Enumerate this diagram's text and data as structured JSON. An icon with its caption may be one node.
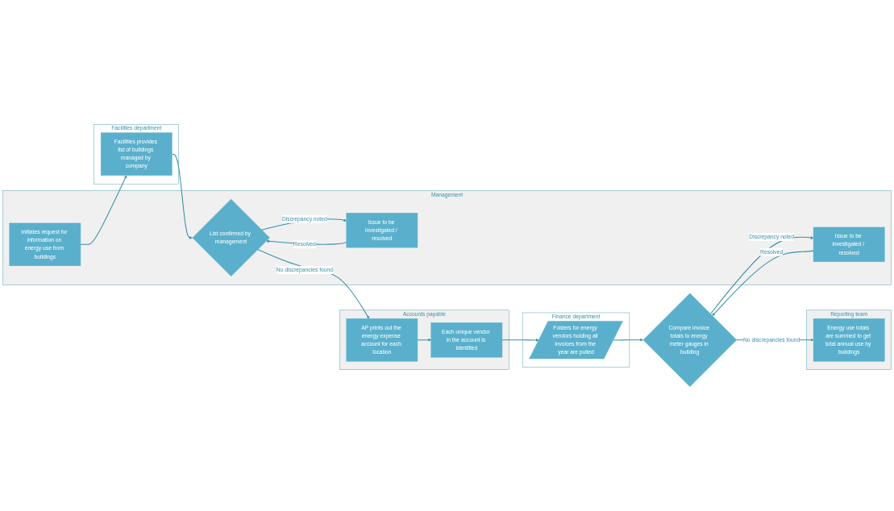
{
  "diagram": {
    "nodes": [
      {
        "text": [
          "Management"
        ]
      },
      {
        "text": [
          "Facilities department"
        ]
      },
      {
        "text": [
          "Accounts payable"
        ]
      },
      {
        "text": [
          "Finance department"
        ]
      },
      {
        "text": [
          "Reporting team"
        ]
      },
      {
        "text": [
          "Initiates request for information on energy use from buildings"
        ],
        "in": 0
      },
      {
        "text": [
          "Facilities provides list of buildings managed by company"
        ],
        "in": 1
      },
      {
        "text": [
          "List confirmed by management"
        ],
        "in": 0
      },
      {
        "text": [
          "Issue to be investigated / resolved"
        ],
        "in": 0
      },
      {
        "text": [
          "AP prints out the energy expense account for each location"
        ],
        "in": 2
      },
      {
        "text": [
          "Each unique vendor in the account is identified"
        ],
        "in": 2
      },
      {
        "text": [
          "Folders for energy vendors holding all invoices from the year are pulled"
        ],
        "in": 3
      },
      {
        "text": [
          "Issue to be investigated / resolved"
        ],
        "in": 0
      },
      {
        "text": [
          "Compare invoice totals to energy meter gauges in building"
        ]
      },
      {
        "text": [
          "Energy use totals are summed to get total annual use by buildings"
        ],
        "in": 4
      }
    ],
    "edges": [
      {
        "from": 5,
        "to": 6,
        "arrow": "to"
      },
      {
        "from": 6,
        "to": 7,
        "arrow": "to"
      },
      {
        "from": 7,
        "to": 9,
        "arrow": "to",
        "label": "No discrepancies found"
      },
      {
        "from": 7,
        "to": 8,
        "arrow": "to",
        "label": "Discrepancy noted"
      },
      {
        "from": 8,
        "to": 7,
        "arrow": "to",
        "label": "Resolved"
      },
      {
        "from": 9,
        "to": 10,
        "arrow": "to"
      },
      {
        "from": 10,
        "to": 11,
        "arrow": "to"
      },
      {
        "from": 11,
        "to": 13,
        "arrow": "to"
      },
      {
        "from": 12,
        "to": 13,
        "arrow": "to",
        "label": "Resolved"
      },
      {
        "from": 13,
        "to": 12,
        "arrow": "to",
        "label": "Discrepancy noted"
      },
      {
        "from": 13,
        "to": 14,
        "arrow": "to",
        "label": "No discrepancies found"
      }
    ]
  }
}
